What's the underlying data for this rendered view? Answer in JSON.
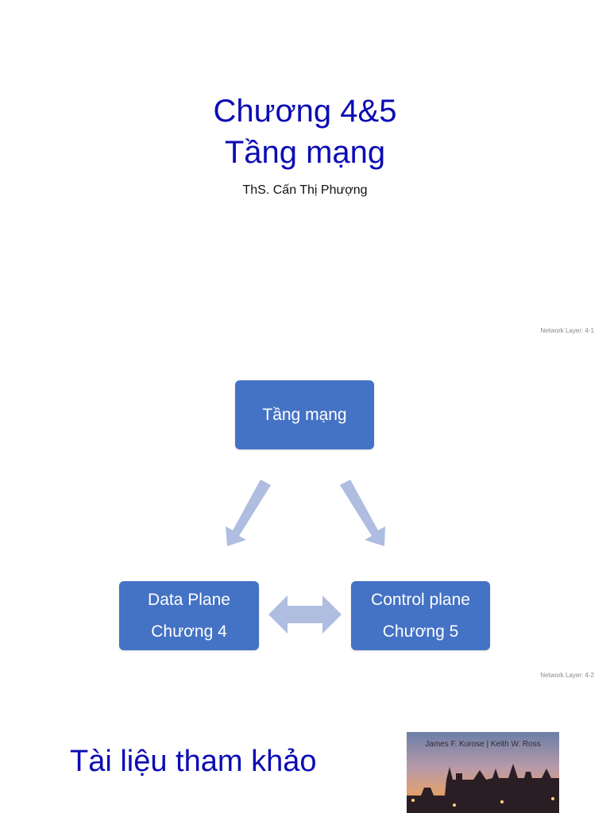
{
  "slide1": {
    "title_line1": "Chương 4&5",
    "title_line2": "Tầng mạng",
    "author": "ThS. Cấn Thị Phượng",
    "footer": "Network Layer: 4-1"
  },
  "slide2": {
    "top_box": "Tầng mạng",
    "left_box_line1": "Data Plane",
    "left_box_line2": "Chương 4",
    "right_box_line1": "Control plane",
    "right_box_line2": "Chương 5",
    "footer": "Network Layer: 4-2"
  },
  "slide3": {
    "title": "Tài liệu tham khảo",
    "book_authors": "James F. Kurose | Keith W. Ross"
  },
  "colors": {
    "title": "#0b0bb5",
    "box": "#4472c4",
    "arrow": "#aebde0"
  }
}
